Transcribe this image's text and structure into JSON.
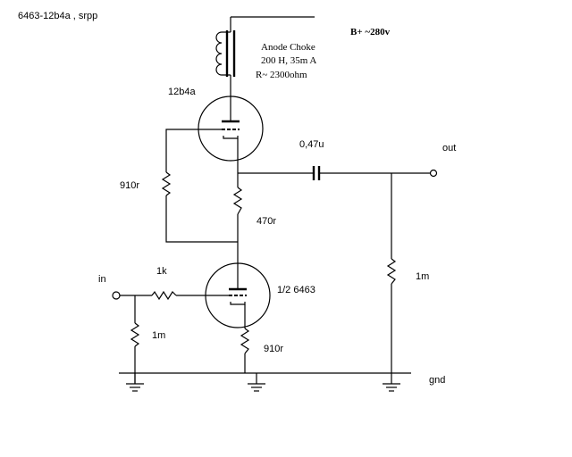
{
  "title": "6463-12b4a , srpp",
  "supply": "B+ ~280v",
  "choke": {
    "name": "Anode Choke",
    "spec": "200   H, 35m A",
    "resistance": "R~   2300ohm"
  },
  "tube_top": "12b4a",
  "tube_bottom": "1/2 6463",
  "resistors": {
    "feedback": "910r",
    "middle": "470r",
    "grid_input": "1k",
    "grid_leak": "1m",
    "cathode": "910r",
    "output_load": "1m"
  },
  "capacitor": "0,47u",
  "input_label": "in",
  "output_label": "out",
  "ground_label": "gnd"
}
